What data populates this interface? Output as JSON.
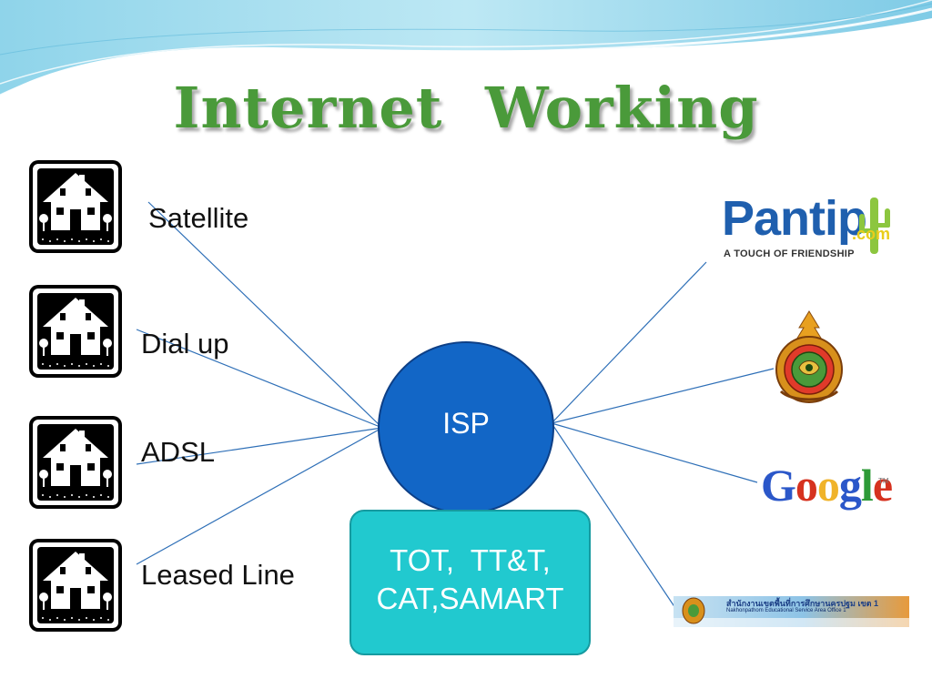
{
  "title": "Internet   Working",
  "connections": [
    {
      "label": "Satellite"
    },
    {
      "label": "Dial up"
    },
    {
      "label": "ADSL"
    },
    {
      "label": "Leased Line"
    }
  ],
  "center": {
    "label": "ISP"
  },
  "providers": {
    "line1": "TOT,  TT&T,",
    "line2": "CAT,SAMART"
  },
  "sites": {
    "pantip": {
      "name": "Pantip",
      "suffix": ".com",
      "tagline": "A TOUCH OF FRIENDSHIP"
    },
    "seal": {
      "icon": "thai-government-seal-icon"
    },
    "google": {
      "letters": [
        "G",
        "o",
        "o",
        "g",
        "l",
        "e"
      ],
      "tm": "TM"
    },
    "banner": {
      "icon": "education-office-banner-icon",
      "title": "สำนักงานเขตพื้นที่การศึกษานครปฐม เขต 1",
      "subtitle": "Nakhonpathom Educational Service Area Office 1"
    }
  },
  "colors": {
    "title": "#4a9a3a",
    "isp": "#1266c6",
    "providers": "#21c9cf",
    "lines": "#2e6fb7",
    "google": [
      "#2b57c9",
      "#d6321f",
      "#f0b32a",
      "#2b57c9",
      "#2d9a37",
      "#d6321f"
    ]
  }
}
